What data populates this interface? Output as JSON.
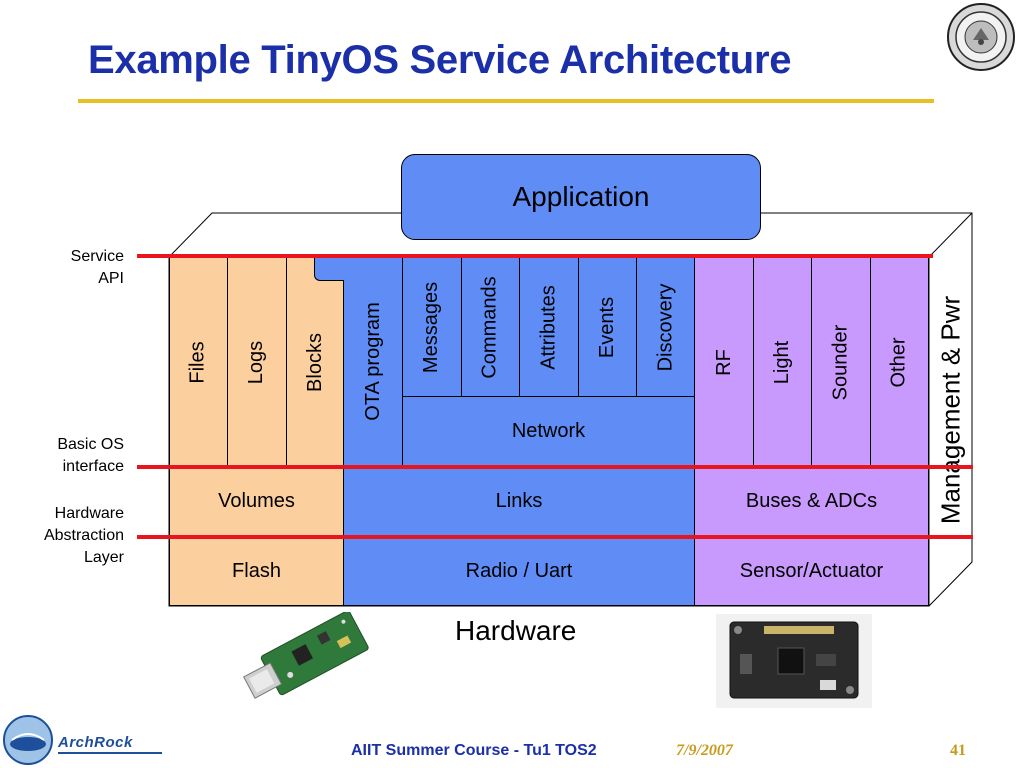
{
  "title": "Example TinyOS Service Architecture",
  "application_label": "Application",
  "side_labels": {
    "service_api": [
      "Service",
      "API"
    ],
    "basic_os": [
      "Basic OS",
      "interface"
    ],
    "hal": [
      "Hardware",
      "Abstraction",
      "Layer"
    ]
  },
  "services": {
    "storage": [
      "Files",
      "Logs",
      "Blocks"
    ],
    "ota": "OTA program",
    "network_services": [
      "Messages",
      "Commands",
      "Attributes",
      "Events",
      "Discovery"
    ],
    "network": "Network",
    "sensors": [
      "RF",
      "Light",
      "Sounder",
      "Other"
    ]
  },
  "hal_row": [
    "Volumes",
    "Links",
    "Buses & ADCs"
  ],
  "hardware_row": [
    "Flash",
    "Radio / Uart",
    "Sensor/Actuator"
  ],
  "management_label": "Management & Pwr",
  "hardware_label": "Hardware",
  "logo_text": "ArchRock",
  "footer": {
    "course": "AIIT Summer Course - Tu1 TOS2",
    "date": "7/9/2007",
    "page": "41"
  },
  "colors": {
    "title": "#1a2fa8",
    "title_rule": "#e9bf24",
    "storage": "#fccf9e",
    "network": "#5f8df5",
    "sensors": "#c99afd",
    "interface_lines": "#e8141e"
  }
}
